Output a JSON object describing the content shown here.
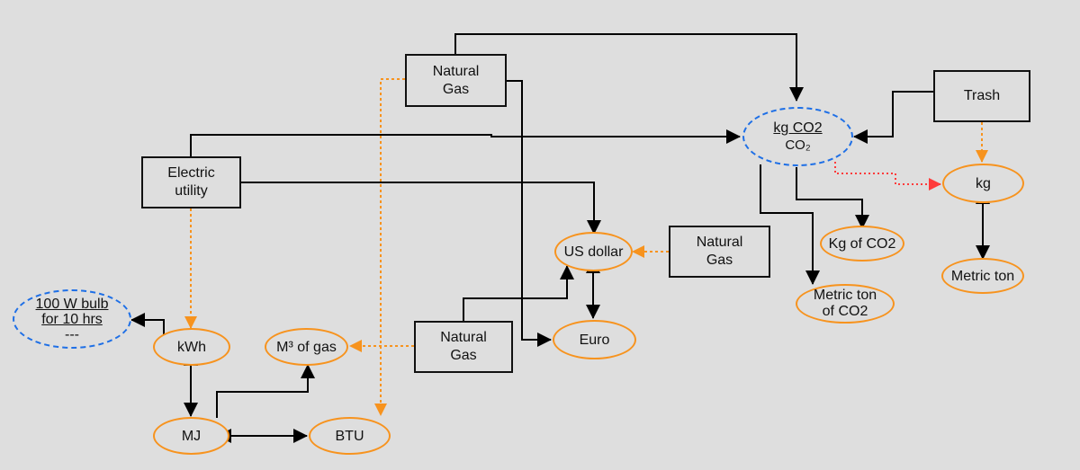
{
  "diagram": {
    "nodes": {
      "natural_gas_top": {
        "label": "Natural\nGas"
      },
      "natural_gas_mid": {
        "label": "Natural\nGas"
      },
      "natural_gas_right": {
        "label": "Natural\nGas"
      },
      "electric_utility": {
        "label": "Electric\nutility"
      },
      "trash": {
        "label": "Trash"
      },
      "kg_co2": {
        "line1": "kg CO2",
        "line2": "CO₂"
      },
      "kg": {
        "label": "kg"
      },
      "metric_ton": {
        "label": "Metric ton"
      },
      "kg_of_co2": {
        "label": "Kg of CO2"
      },
      "metric_ton_of_co2": {
        "label": "Metric ton\nof CO2"
      },
      "us_dollar": {
        "label": "US dollar"
      },
      "euro": {
        "label": "Euro"
      },
      "bulb": {
        "line1": "100 W bulb",
        "line2": "for 10 hrs",
        "line3": "---"
      },
      "kwh": {
        "label": "kWh"
      },
      "m3_gas": {
        "label": "M³ of gas"
      },
      "mj": {
        "label": "MJ"
      },
      "btu": {
        "label": "BTU"
      }
    },
    "colors": {
      "solid_line": "#000000",
      "orange_dotted": "#f7931e",
      "red_dotted": "#ff3b3b",
      "ellipse_border_orange": "#f7931e",
      "ellipse_border_blue": "#1e6fe6",
      "background": "#dedede"
    }
  }
}
